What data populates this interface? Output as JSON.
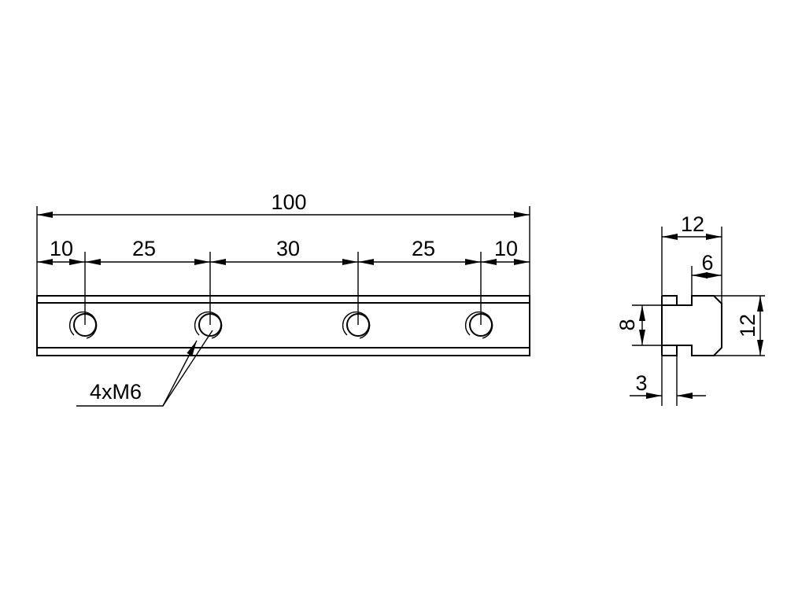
{
  "front_view": {
    "overall_length": "100",
    "hole_spacing": [
      "10",
      "25",
      "30",
      "25",
      "10"
    ],
    "hole_callout": "4xM6"
  },
  "side_view": {
    "width": "12",
    "slot_depth": "6",
    "neck_height": "8",
    "height": "12",
    "flange_thickness": "3"
  },
  "colors": {
    "line": "#000000",
    "background": "#ffffff"
  }
}
